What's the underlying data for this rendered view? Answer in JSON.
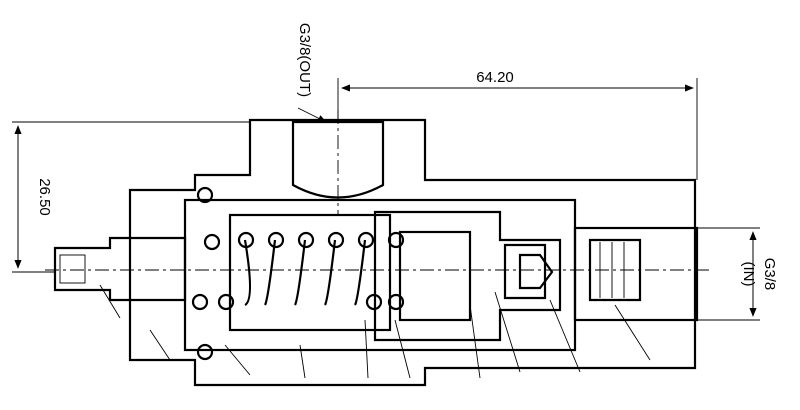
{
  "drawing": {
    "labels": {
      "outlet_port": "G3/8(OUT)",
      "inlet_port_line1": "G3/8",
      "inlet_port_line2": "(IN)",
      "length_dim": "64.20",
      "height_dim": "26.50"
    },
    "colors": {
      "line": "#000000",
      "background": "#ffffff"
    }
  }
}
